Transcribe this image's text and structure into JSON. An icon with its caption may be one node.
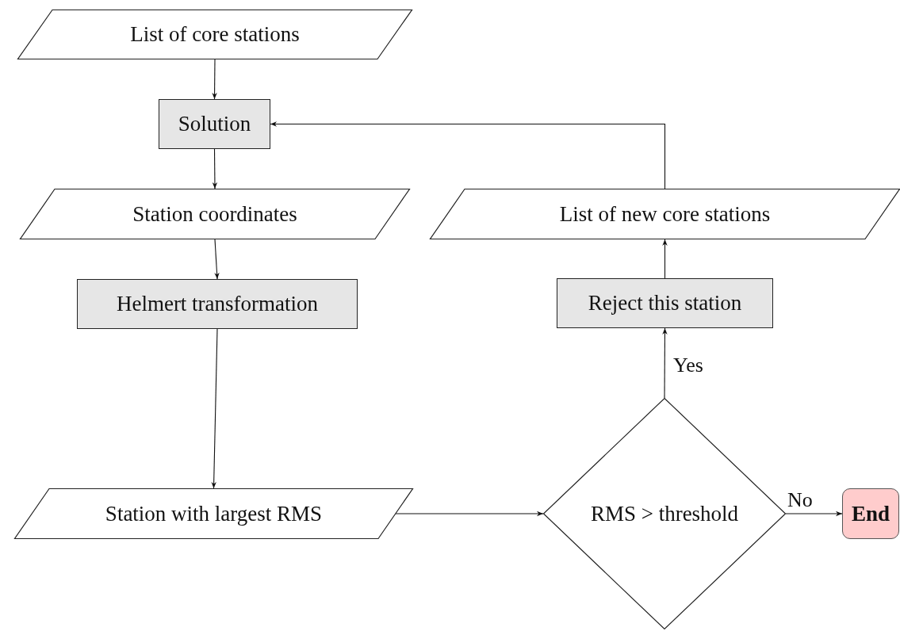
{
  "diagram": {
    "nodes": [
      {
        "text": [
          "List of core stations"
        ]
      },
      {
        "text": [
          "Solution"
        ]
      },
      {
        "text": [
          "Station coordinates"
        ]
      },
      {
        "text": [
          "Helmert transformation"
        ]
      },
      {
        "text": [
          "Station with largest RMS"
        ]
      },
      {
        "text": [
          "RMS > threshold"
        ]
      },
      {
        "text": [
          "Reject this station"
        ]
      },
      {
        "text": [
          "List of new core stations"
        ]
      },
      {
        "text": [
          "End"
        ]
      }
    ],
    "edges": [
      {
        "from": 0,
        "to": 1,
        "arrow": "to"
      },
      {
        "from": 1,
        "to": 2,
        "arrow": "to"
      },
      {
        "from": 2,
        "to": 3,
        "arrow": "to"
      },
      {
        "from": 3,
        "to": 4,
        "arrow": "to"
      },
      {
        "from": 4,
        "to": 5,
        "arrow": "to"
      },
      {
        "from": 5,
        "to": 6,
        "arrow": "to",
        "label": "Yes"
      },
      {
        "from": 6,
        "to": 7,
        "arrow": "to"
      },
      {
        "from": 7,
        "to": 1,
        "arrow": "to"
      },
      {
        "from": 5,
        "to": 8,
        "arrow": "to",
        "label": "No"
      }
    ]
  }
}
